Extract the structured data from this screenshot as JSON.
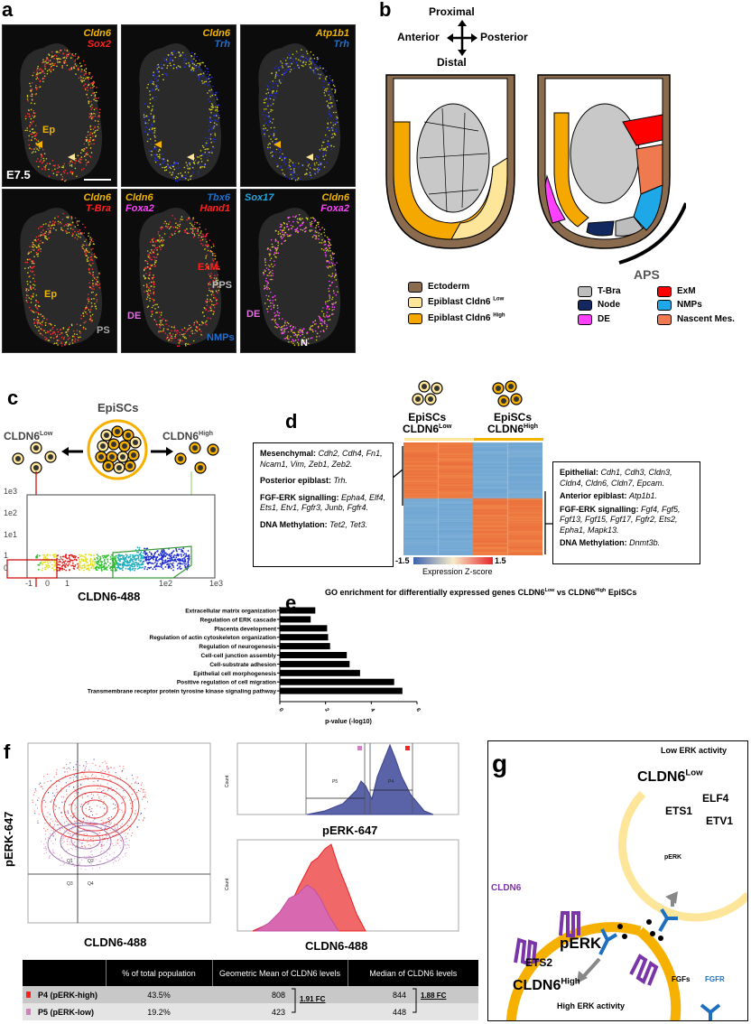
{
  "panel_labels": {
    "a": "a",
    "b": "b",
    "c": "c",
    "d": "d",
    "e": "e",
    "f": "f",
    "g": "g"
  },
  "panel_a": {
    "stage": "E7.5",
    "tiles": [
      {
        "labels": [
          {
            "text": "Cldn6",
            "color": "#f0b400"
          },
          {
            "text": "Sox2",
            "color": "#ff2020"
          }
        ],
        "align": "right",
        "annotations": [
          {
            "text": "Ep",
            "color": "#f0b400"
          }
        ]
      },
      {
        "labels": [
          {
            "text": "Cldn6",
            "color": "#f0b400"
          },
          {
            "text": "Trh",
            "color": "#1e6fd0"
          }
        ],
        "align": "right",
        "annotations": []
      },
      {
        "labels": [
          {
            "text": "Atp1b1",
            "color": "#f0b400"
          },
          {
            "text": "Trh",
            "color": "#1e6fd0"
          }
        ],
        "align": "right",
        "annotations": []
      },
      {
        "labels": [
          {
            "text": "Cldn6",
            "color": "#f0b400"
          },
          {
            "text": "T-Bra",
            "color": "#ff2020"
          }
        ],
        "align": "right",
        "annotations": [
          {
            "text": "Ep",
            "color": "#f0b400"
          },
          {
            "text": "PS",
            "color": "#aaaaaa"
          }
        ]
      },
      {
        "labels": [
          {
            "text": "Cldn6",
            "color": "#f0b400"
          },
          {
            "text": "Foxa2",
            "color": "#ff40ff"
          },
          {
            "text": "Tbx6",
            "color": "#1e6fd0"
          },
          {
            "text": "Hand1",
            "color": "#ff2020"
          }
        ],
        "align": "split",
        "annotations": [
          {
            "text": "ExM.",
            "color": "#ff2020"
          },
          {
            "text": "PPS",
            "color": "#bbbbbb"
          },
          {
            "text": "DE",
            "color": "#e070e0"
          },
          {
            "text": "NMPs",
            "color": "#1e6fd0"
          }
        ]
      },
      {
        "labels": [
          {
            "text": "Sox17",
            "color": "#20a8e0"
          },
          {
            "text": "Cldn6",
            "color": "#f0b400"
          },
          {
            "text": "Foxa2",
            "color": "#ff40ff"
          }
        ],
        "align": "split2",
        "annotations": [
          {
            "text": "DE",
            "color": "#e070e0"
          },
          {
            "text": "N",
            "color": "#ffffff"
          }
        ]
      }
    ]
  },
  "panel_b": {
    "compass": {
      "top": "Proximal",
      "left": "Anterior",
      "right": "Posterior",
      "bottom": "Distal"
    },
    "aps_label": "APS",
    "legend": [
      {
        "label": "Ectoderm",
        "sup": "",
        "color": "#8b6b4e"
      },
      {
        "label": "Epiblast Cldn6 ",
        "sup": "Low",
        "color": "#fde69a"
      },
      {
        "label": "Epiblast Cldn6 ",
        "sup": "High",
        "color": "#f5a800"
      },
      {
        "label": "T-Bra",
        "sup": "",
        "color": "#bdbdbd"
      },
      {
        "label": "Node",
        "sup": "",
        "color": "#13285e"
      },
      {
        "label": "DE",
        "sup": "",
        "color": "#ff40ff"
      },
      {
        "label": "ExM",
        "sup": "",
        "color": "#ff0000"
      },
      {
        "label": "NMPs",
        "sup": "",
        "color": "#1ea8e8"
      },
      {
        "label": "Nascent Mes.",
        "sup": "",
        "color": "#f07a50"
      }
    ]
  },
  "panel_c": {
    "title": "EpiSCs",
    "low_label": "CLDN6",
    "low_sup": "Low",
    "high_label": "CLDN6",
    "high_sup": "High",
    "y_ticks": [
      "1e3",
      "1e2",
      "1e1",
      "1",
      "0"
    ],
    "x_ticks": [
      "-1",
      "0",
      "1",
      "1e2",
      "1e3"
    ],
    "x_label": "CLDN6-488"
  },
  "panel_d": {
    "group_low": "EpiSCs\nCLDN6",
    "group_low_sup": "Low",
    "group_high": "EpiSCs\nCLDN6",
    "group_high_sup": "High",
    "left_box": [
      {
        "head": "Mesenchymal:",
        "genes": "Cdh2, Cdh4, Fn1, Ncam1, Vim, Zeb1, Zeb2."
      },
      {
        "head": "Posterior epiblast:",
        "genes": "Trh."
      },
      {
        "head": "FGF-ERK signalling:",
        "genes": "Epha4, Elf4, Ets1, Etv1, Fgfr3, Junb, Fgfr4."
      },
      {
        "head": "DNA Methylation:",
        "genes": "Tet2, Tet3."
      }
    ],
    "right_box": [
      {
        "head": "Epithelial:",
        "genes": "Cdh1, Cdh3, Cldn3, Cldn4, Cldn6, Cldn7, Epcam."
      },
      {
        "head": "Anterior epiblast:",
        "genes": "Atp1b1."
      },
      {
        "head": "FGF-ERK signalling:",
        "genes": "Fgf4, Fgf5, Fgf13, Fgf15, Fgf17, Fgfr2, Ets2, Epha1, Mapk13."
      },
      {
        "head": "DNA Methylation:",
        "genes": "Dnmt3b."
      }
    ],
    "colorbar_min": "-1.5",
    "colorbar_max": "1.5",
    "colorbar_label": "Expression Z-score"
  },
  "chart_data": {
    "type": "bar",
    "orientation": "horizontal",
    "title": "GO enrichment for differentially expressed genes CLDN6Low vs CLDN6High EpiSCs",
    "title_parts": {
      "a": "GO enrichment for differentially expressed genes CLDN6",
      "b": "Low",
      "c": " vs CLDN6",
      "d": "High",
      "e": " EpiSCs"
    },
    "categories": [
      "Extracellular matrix organization",
      "Regulation of ERK cascade",
      "Placenta development",
      "Regulation of actin cytoskeleton organization",
      "Regulation of neurogenesis",
      "Cell-cell junction assembly",
      "Cell-substrate adhesion",
      "Epithelial cell morphogenesis",
      "Positive regulation of cell migration",
      "Transmembrane receptor protein tyrosine kinase signaling pathway"
    ],
    "values": [
      1.55,
      1.35,
      2.07,
      2.11,
      2.2,
      2.93,
      3.05,
      3.51,
      5.0,
      5.36
    ],
    "xlabel": "p-value  (-log10)",
    "xlim": [
      0,
      6
    ],
    "xticks": [
      "0",
      "2",
      "4",
      "6"
    ],
    "bar_color": "#000000"
  },
  "panel_f": {
    "scatter_ylabel": "pERK-647",
    "scatter_xlabel": "CLDN6-488",
    "quadrants": [
      "Q1",
      "Q2",
      "Q3",
      "Q4"
    ],
    "hist_top_xlabel": "pERK-647",
    "hist_top_gates": [
      "P5",
      "P4"
    ],
    "hist_bottom_xlabel": "CLDN6-488",
    "count_label": "Count",
    "table": {
      "headers": [
        "",
        "% of total population",
        "Geometric Mean of CLDN6 levels",
        "Median of CLDN6 levels"
      ],
      "rows": [
        {
          "name": "P4 (pERK-high)",
          "color": "#ff2020",
          "pct": "43.5%",
          "geo": "808",
          "median": "844"
        },
        {
          "name": "P5 (pERK-low)",
          "color": "#d080c0",
          "pct": "19.2%",
          "geo": "423",
          "median": "448"
        }
      ],
      "geo_fc": "1.91 FC",
      "median_fc": "1.88 FC"
    }
  },
  "panel_g": {
    "low_activity": "Low ERK activity",
    "high_activity": "High ERK activity",
    "low_cell": "CLDN6",
    "low_sup": "Low",
    "high_cell": "CLDN6",
    "high_sup": "High",
    "low_tfs": [
      "ETS1",
      "ELF4",
      "ETV1"
    ],
    "high_tf": "ETS2",
    "perk_small": "pERK",
    "perk_big": "pERK",
    "cldn6": "CLDN6",
    "fgfs": "FGFs",
    "fgfr": "FGFR"
  }
}
